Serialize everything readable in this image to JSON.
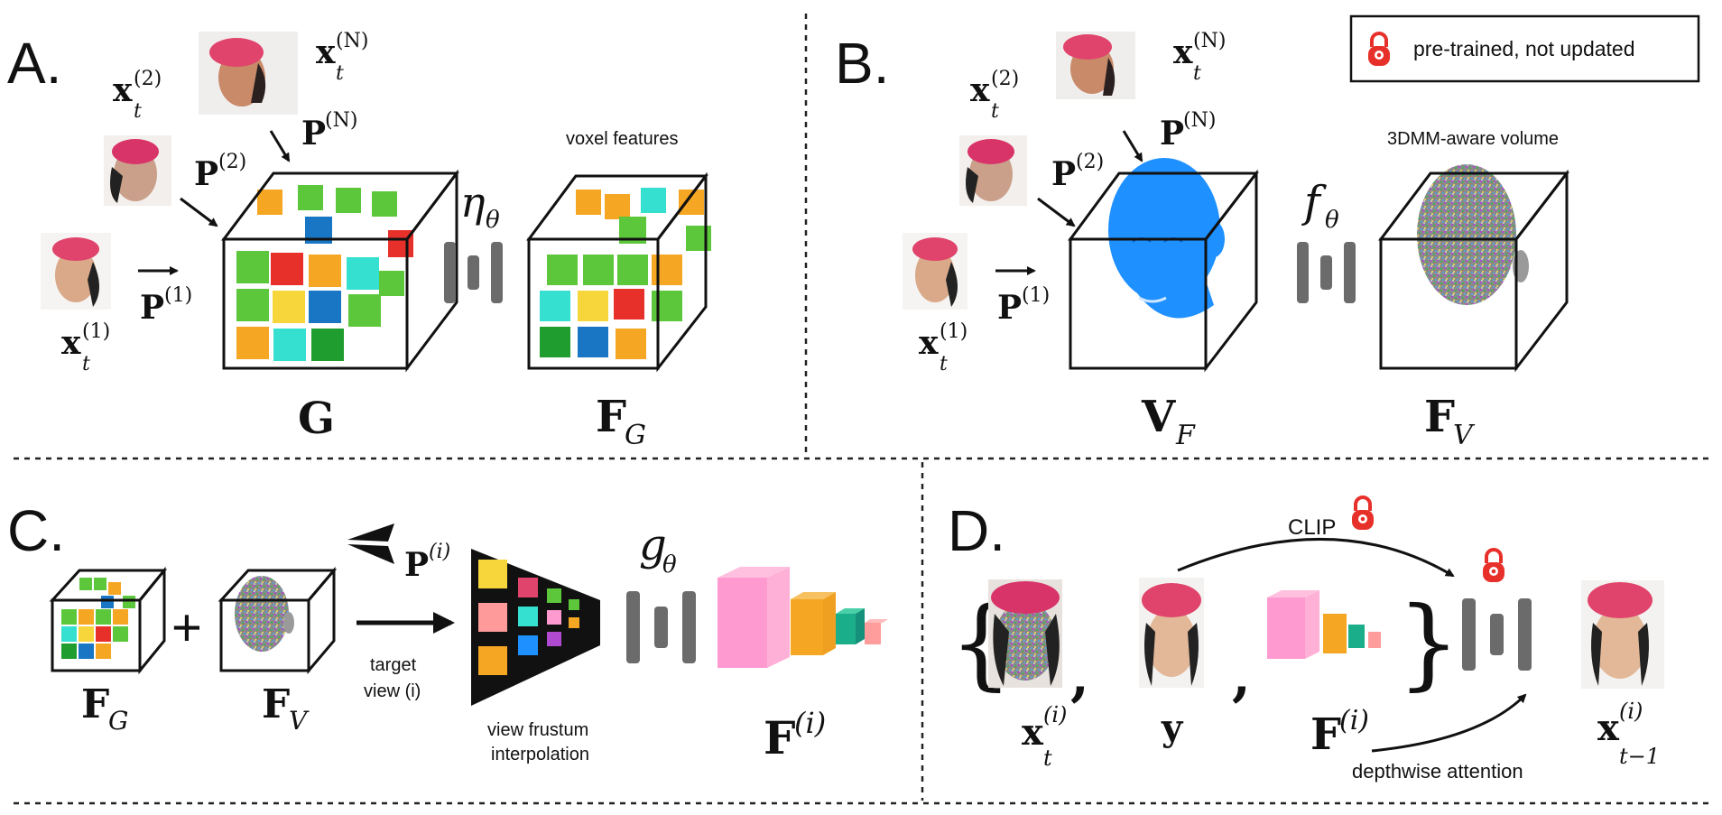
{
  "legend": {
    "text": "pre-trained, not updated",
    "icon": "lock-icon",
    "lock_color": "#e8302a"
  },
  "panels": {
    "a": {
      "letter": "A.",
      "x_sym": "x",
      "t_sub": "t",
      "sup_1": "(1)",
      "sup_2": "(2)",
      "sup_n": "(N)",
      "p_sym": "P",
      "grid_label": "G",
      "network_sym": "η",
      "network_sub": "θ",
      "features_caption": "voxel features",
      "features_main": "F",
      "features_sub": "G"
    },
    "b": {
      "letter": "B.",
      "x_sym": "x",
      "t_sub": "t",
      "sup_1": "(1)",
      "sup_2": "(2)",
      "sup_n": "(N)",
      "p_sym": "P",
      "volume_main": "V",
      "volume_sub": "F",
      "network_sym": "f",
      "network_sub": "θ",
      "output_caption": "3DMM-aware volume",
      "output_main": "F",
      "output_sub": "V"
    },
    "c": {
      "letter": "C.",
      "fg_main": "F",
      "fg_sub": "G",
      "plus": "+",
      "fv_main": "F",
      "fv_sub": "V",
      "p_sym": "P",
      "p_sup": "(i)",
      "target_line1": "target",
      "target_line2": "view (i)",
      "frustum_line1": "view frustum",
      "frustum_line2": "interpolation",
      "network_sym": "g",
      "network_sub": "θ",
      "output_main": "F",
      "output_sup": "(i)"
    },
    "d": {
      "letter": "D.",
      "brace_open": "{",
      "brace_close": "}",
      "comma": ",",
      "x_sym": "x",
      "x_sub": "t",
      "x_sup": "(i)",
      "y_sym": "y",
      "f_main": "F",
      "f_sup": "(i)",
      "clip_label": "CLIP",
      "attention_label": "depthwise attention",
      "out_sym": "x",
      "out_sup": "(i)",
      "out_sub": "t−1"
    }
  },
  "colors": {
    "orange": "#f5a623",
    "green": "#5cc73a",
    "dkgreen": "#1f9d2e",
    "blue": "#1976c4",
    "cyan": "#35e0d0",
    "red": "#e8302a",
    "yellow": "#f7d63c",
    "pink": "#ff9ad0",
    "teal": "#1bae8a",
    "salmon": "#ff9d9d",
    "face_blue": "#1e90ff",
    "net_gray": "#6b6b6b"
  }
}
